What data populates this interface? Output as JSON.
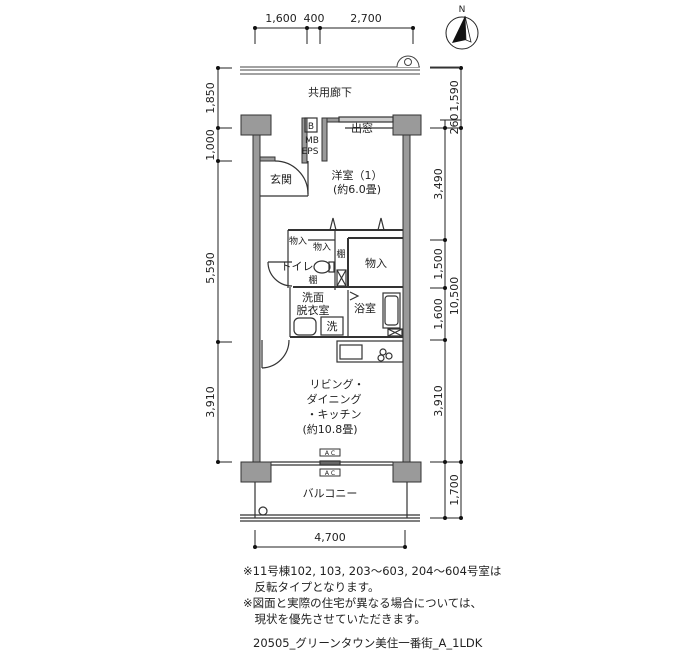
{
  "dimensions": {
    "top": [
      "1,600",
      "400",
      "2,700"
    ],
    "left": [
      "1,850",
      "1,000",
      "5,590",
      "3,910"
    ],
    "right_inner": [
      "1,590",
      "260",
      "3,490",
      "1,500",
      "1,600",
      "3,910",
      "1,700"
    ],
    "right_total": "10,500",
    "bottom": "4,700"
  },
  "compass": {
    "label": "N"
  },
  "rooms": {
    "corridor": "共用廊下",
    "bay_window": "出窓",
    "b": "B",
    "mb": "MB",
    "eps": "EPS",
    "entrance": "玄関",
    "western_room": "洋室（1）",
    "western_room_size": "(約6.0畳)",
    "storage_small": "物入",
    "storage_toilet": "物入",
    "toilet": "トイレ",
    "shelf1": "棚",
    "shelf2": "棚",
    "storage_large": "物入",
    "washroom_1": "洗面",
    "washroom_2": "脱衣室",
    "bathroom": "浴室",
    "washer": "洗",
    "ldk_1": "リビング・",
    "ldk_2": "ダイニング",
    "ldk_3": "・キッチン",
    "ldk_size": "(約10.8畳)",
    "ac_indoor": "A C",
    "ac_outdoor": "A C",
    "balcony": "バルコニー"
  },
  "notes": [
    "※11号棟102, 103, 203～603, 204～604号室は",
    "　反転タイプとなります。",
    "※図面と実際の住宅が異なる場合については、",
    "　現状を優先させていただきます。"
  ],
  "footer": "20505_グリーンタウン美住一番街_A_1LDK"
}
